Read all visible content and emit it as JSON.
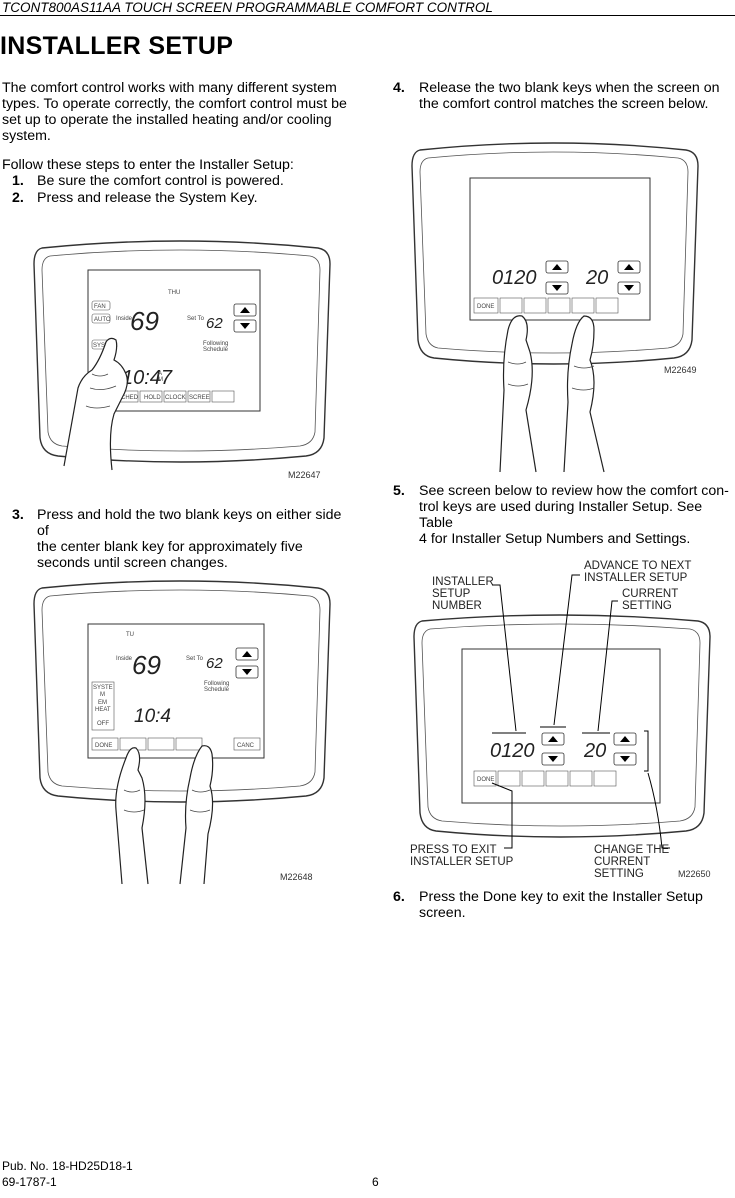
{
  "header": "TCONT800AS11AA TOUCH SCREEN PROGRAMMABLE COMFORT CONTROL",
  "title": "INSTALLER SETUP",
  "intro": [
    "The comfort control works with many different system",
    "types. To operate correctly, the comfort control must be",
    "set up to operate the installed heating and/or cooling",
    "system."
  ],
  "follow": "Follow these steps to enter the Installer Setup:",
  "steps": {
    "s1": {
      "num": "1.",
      "lines": [
        "Be sure the comfort control is powered."
      ]
    },
    "s2": {
      "num": "2.",
      "lines": [
        "Press and release the System Key."
      ]
    },
    "s3": {
      "num": "3.",
      "lines": [
        "Press and hold the two blank keys on either side of",
        "the center blank key for approximately five",
        "seconds until screen changes."
      ]
    },
    "s4": {
      "num": "4.",
      "lines": [
        "Release the two blank keys when the screen on",
        "the comfort control matches the screen below."
      ]
    },
    "s5": {
      "num": "5.",
      "lines": [
        "See screen below to review how the comfort con-",
        "trol keys are used during Installer Setup. See Table",
        "4 for Installer Setup Numbers and Settings."
      ]
    },
    "s6": {
      "num": "6.",
      "lines": [
        "Press the Done key to exit the Installer Setup",
        "screen."
      ]
    }
  },
  "fig1": {
    "code": "M22647",
    "day": "THU",
    "fan": "FAN",
    "auto": "AUTO",
    "system": "SYSTEM",
    "inside": "Inside",
    "temp": "69",
    "setto": "Set To",
    "setval": "62",
    "following": "Following",
    "schedule": "Schedule",
    "time": "10:47",
    "am": "A",
    "m": "M",
    "keys": [
      "SCHED",
      "HOLD",
      "CLOCK",
      "SCREE",
      ""
    ]
  },
  "fig2": {
    "code": "M22648",
    "day": "TU",
    "inside": "Inside",
    "temp": "69",
    "setto": "Set To",
    "setval": "62",
    "following": "Following",
    "schedule": "Schedule",
    "system": "SYSTE",
    "sys_m": "M",
    "em": "EM",
    "heat": "HEAT",
    "off": "OFF",
    "time": "10:4",
    "done": "DONE",
    "canc": "CANC"
  },
  "fig3": {
    "code": "M22649",
    "num": "0120",
    "setting": "20",
    "done": "DONE"
  },
  "fig4": {
    "code": "M22650",
    "num": "0120",
    "setting": "20",
    "done": "DONE",
    "labels": {
      "installer": [
        "INSTALLER",
        "SETUP",
        "NUMBER"
      ],
      "advance": [
        "ADVANCE TO NEXT",
        "INSTALLER SETUP"
      ],
      "current": [
        "CURRENT",
        "SETTING"
      ],
      "exit": [
        "PRESS TO EXIT",
        "INSTALLER SETUP"
      ],
      "change": [
        "CHANGE THE",
        "CURRENT",
        "SETTING"
      ]
    }
  },
  "footer": {
    "pub": "Pub. No. 18-HD25D18-1",
    "doc": "69-1787-1",
    "page": "6"
  }
}
